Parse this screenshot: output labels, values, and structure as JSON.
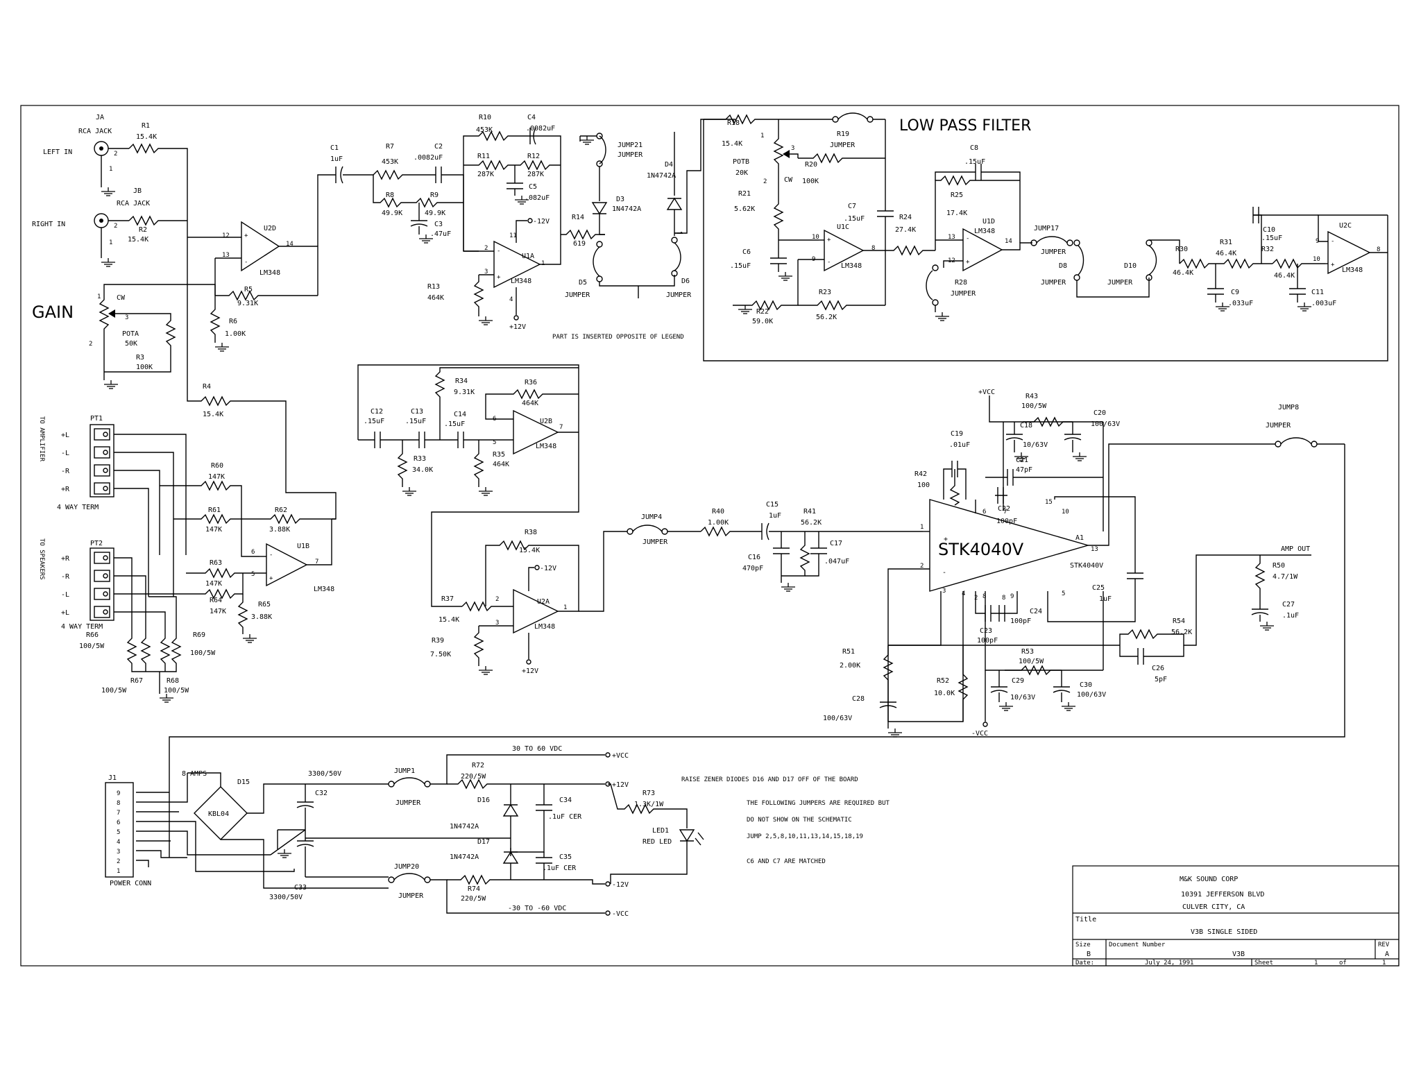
{
  "sections": {
    "low_pass_filter": "LOW PASS FILTER",
    "gain": "GAIN"
  },
  "inputs": {
    "ja": {
      "ref": "JA",
      "type": "RCA JACK",
      "label": "LEFT IN"
    },
    "jb": {
      "ref": "JB",
      "type": "RCA JACK",
      "label": "RIGHT IN"
    }
  },
  "resistors": {
    "r1": [
      "R1",
      "15.4K"
    ],
    "r2": [
      "R2",
      "15.4K"
    ],
    "r3": [
      "R3",
      "100K"
    ],
    "r4": [
      "R4",
      "15.4K"
    ],
    "r5": [
      "R5",
      "9.31K"
    ],
    "r6": [
      "R6",
      "1.00K"
    ],
    "r7": [
      "R7",
      "453K"
    ],
    "r8": [
      "R8",
      "49.9K"
    ],
    "r9": [
      "R9",
      "49.9K"
    ],
    "r10": [
      "R10",
      "453K"
    ],
    "r11": [
      "R11",
      "287K"
    ],
    "r12": [
      "R12",
      "287K"
    ],
    "r13": [
      "R13",
      "464K"
    ],
    "r14": [
      "R14",
      "619"
    ],
    "r18": [
      "R18",
      "15.4K"
    ],
    "r19": [
      "R19",
      "JUMPER"
    ],
    "r20": [
      "R20",
      "100K"
    ],
    "r21": [
      "R21",
      "5.62K"
    ],
    "r22": [
      "R22",
      "59.0K"
    ],
    "r23": [
      "R23",
      "56.2K"
    ],
    "r24": [
      "R24",
      "27.4K"
    ],
    "r25": [
      "R25",
      "17.4K"
    ],
    "r28": [
      "R28",
      "JUMPER"
    ],
    "r30": [
      "R30",
      "46.4K"
    ],
    "r31": [
      "R31",
      "46.4K"
    ],
    "r32": [
      "R32",
      "46.4K"
    ],
    "r33": [
      "R33",
      "34.0K"
    ],
    "r34": [
      "R34",
      "9.31K"
    ],
    "r35": [
      "R35",
      "464K"
    ],
    "r36": [
      "R36",
      "464K"
    ],
    "r37": [
      "R37",
      "15.4K"
    ],
    "r38": [
      "R38",
      "15.4K"
    ],
    "r39": [
      "R39",
      "7.50K"
    ],
    "r40": [
      "R40",
      "1.00K"
    ],
    "r41": [
      "R41",
      "56.2K"
    ],
    "r42": [
      "R42",
      "100"
    ],
    "r43": [
      "R43",
      "100/5W"
    ],
    "r50": [
      "R50",
      "4.7/1W"
    ],
    "r51": [
      "R51",
      "2.00K"
    ],
    "r52": [
      "R52",
      "10.0K"
    ],
    "r53": [
      "R53",
      "100/5W"
    ],
    "r54": [
      "R54",
      "56.2K"
    ],
    "r60": [
      "R60",
      "147K"
    ],
    "r61": [
      "R61",
      "147K"
    ],
    "r62": [
      "R62",
      "3.88K"
    ],
    "r63": [
      "R63",
      "147K"
    ],
    "r64": [
      "R64",
      "147K"
    ],
    "r65": [
      "R65",
      "3.88K"
    ],
    "r66": [
      "R66",
      "100/5W"
    ],
    "r67": [
      "R67",
      "100/5W"
    ],
    "r68": [
      "R68",
      "100/5W"
    ],
    "r69": [
      "R69",
      "100/5W"
    ],
    "r72": [
      "R72",
      "220/5W"
    ],
    "r73": [
      "R73",
      "1.3K/1W"
    ],
    "r74": [
      "R74",
      "220/5W"
    ]
  },
  "capacitors": {
    "c1": [
      "C1",
      "1uF"
    ],
    "c2": [
      "C2",
      ".0082uF"
    ],
    "c3": [
      "C3",
      ".47uF"
    ],
    "c4": [
      "C4",
      ".0082uF"
    ],
    "c5": [
      "C5",
      ".082uF"
    ],
    "c6": [
      "C6",
      ".15uF"
    ],
    "c7": [
      "C7",
      ".15uF"
    ],
    "c8": [
      "C8",
      ".15uF"
    ],
    "c9": [
      "C9",
      ".033uF"
    ],
    "c10": [
      "C10",
      ".15uF"
    ],
    "c11": [
      "C11",
      ".003uF"
    ],
    "c12": [
      "C12",
      ".15uF"
    ],
    "c13": [
      "C13",
      ".15uF"
    ],
    "c14": [
      "C14",
      ".15uF"
    ],
    "c15": [
      "C15",
      "1uF"
    ],
    "c16": [
      "C16",
      "470pF"
    ],
    "c17": [
      "C17",
      ".047uF"
    ],
    "c18": [
      "C18",
      "10/63V"
    ],
    "c19": [
      "C19",
      ".01uF"
    ],
    "c20": [
      "C20",
      "100/63V"
    ],
    "c21": [
      "C21",
      "47pF"
    ],
    "c22": [
      "C22",
      "100pF"
    ],
    "c23": [
      "C23",
      "100pF"
    ],
    "c24": [
      "C24",
      "100pF"
    ],
    "c25": [
      "C25",
      "1uF"
    ],
    "c26": [
      "C26",
      "5pF"
    ],
    "c27": [
      "C27",
      ".1uF"
    ],
    "c28": [
      "C28",
      "100/63V"
    ],
    "c29": [
      "C29",
      "10/63V"
    ],
    "c30": [
      "C30",
      "100/63V"
    ],
    "c32": [
      "C32",
      "3300/50V"
    ],
    "c33": [
      "C33",
      "3300/50V"
    ],
    "c34": [
      "C34",
      ".1uF CER"
    ],
    "c35": [
      "C35",
      ".1uF CER"
    ]
  },
  "opamps": {
    "u2d": [
      "U2D",
      "LM348"
    ],
    "u1a": [
      "U1A",
      "LM348"
    ],
    "u1c": [
      "U1C",
      "LM348"
    ],
    "u1d": [
      "U1D",
      "LM348"
    ],
    "u2c": [
      "U2C",
      "LM348"
    ],
    "u2b": [
      "U2B",
      "LM348"
    ],
    "u1b": [
      "U1B",
      "LM348"
    ],
    "u2a": [
      "U2A",
      "LM348"
    ]
  },
  "diodes": {
    "d3": [
      "D3",
      "1N4742A"
    ],
    "d4": [
      "D4",
      "1N4742A"
    ],
    "d16": [
      "D16",
      "1N4742A"
    ],
    "d17": [
      "D17",
      "1N4742A"
    ],
    "d15": [
      "D15",
      "KBL04"
    ],
    "led1": [
      "LED1",
      "RED LED"
    ]
  },
  "jumpers": {
    "jump21": [
      "JUMP21",
      "JUMPER"
    ],
    "d5": [
      "D5",
      "JUMPER"
    ],
    "d6": [
      "D6",
      "JUMPER"
    ],
    "jump17": [
      "JUMP17",
      "JUMPER"
    ],
    "d8": [
      "D8",
      "JUMPER"
    ],
    "d10": [
      "D10",
      "JUMPER"
    ],
    "jump4": [
      "JUMP4",
      "JUMPER"
    ],
    "jump8": [
      "JUMP8",
      "JUMPER"
    ],
    "jump1": [
      "JUMP1",
      "JUMPER"
    ],
    "jump20": [
      "JUMP20",
      "JUMPER"
    ]
  },
  "pots": {
    "pota": [
      "POTA",
      "50K",
      "CW"
    ],
    "potb": [
      "POTB",
      "20K",
      "CW"
    ]
  },
  "amp": {
    "ref": "A1",
    "part": "STK4040V",
    "label": "STK4040V"
  },
  "terminals": {
    "pt1": {
      "ref": "PT1",
      "title": "TO AMPLIFIER",
      "pins": [
        "+L",
        "-L",
        "-R",
        "+R"
      ],
      "type": "4 WAY TERM"
    },
    "pt2": {
      "ref": "PT2",
      "title": "TO SPEAKERS",
      "pins": [
        "+R",
        "-R",
        "-L",
        "+L"
      ],
      "type": "4 WAY TERM"
    }
  },
  "power": {
    "j1": "J1",
    "conn": "POWER CONN",
    "pins": [
      "9",
      "8",
      "7",
      "6",
      "5",
      "4",
      "3",
      "2",
      "1"
    ],
    "fuse": "8 AMPS",
    "vcc": "+VCC",
    "vneg": "-VCC",
    "p12": "+12V",
    "n12": "-12V",
    "vcc_note": "30 TO 60 VDC",
    "vneg_note": "-30 TO -60 VDC",
    "amp_out": "AMP OUT"
  },
  "rails": {
    "pos12": "+12V",
    "neg12": "-12V",
    "vcc": "+VCC",
    "vneg": "-VCC"
  },
  "notes": {
    "legend": "PART IS INSERTED OPPOSITE OF LEGEND",
    "n1": "RAISE ZENER DIODES D16 AND D17 OFF OF THE BOARD",
    "n2": "THE FOLLOWING JUMPERS ARE REQUIRED BUT",
    "n3": "DO NOT SHOW ON THE SCHEMATIC",
    "n4": "JUMP 2,5,8,10,11,13,14,15,18,19",
    "n5": "C6 AND C7 ARE MATCHED"
  },
  "title_block": {
    "company": "M&K SOUND CORP",
    "address": "10391 JEFFERSON BLVD",
    "city": "CULVER CITY, CA",
    "title_label": "Title",
    "title": "V3B SINGLE SIDED",
    "size_label": "Size",
    "size": "B",
    "docnum_label": "Document Number",
    "docnum": "V3B",
    "rev_label": "REV",
    "rev": "A",
    "date_label": "Date:",
    "date": "July 24, 1991",
    "sheet_label": "Sheet",
    "sheet": "1",
    "of_label": "of",
    "of": "1"
  }
}
